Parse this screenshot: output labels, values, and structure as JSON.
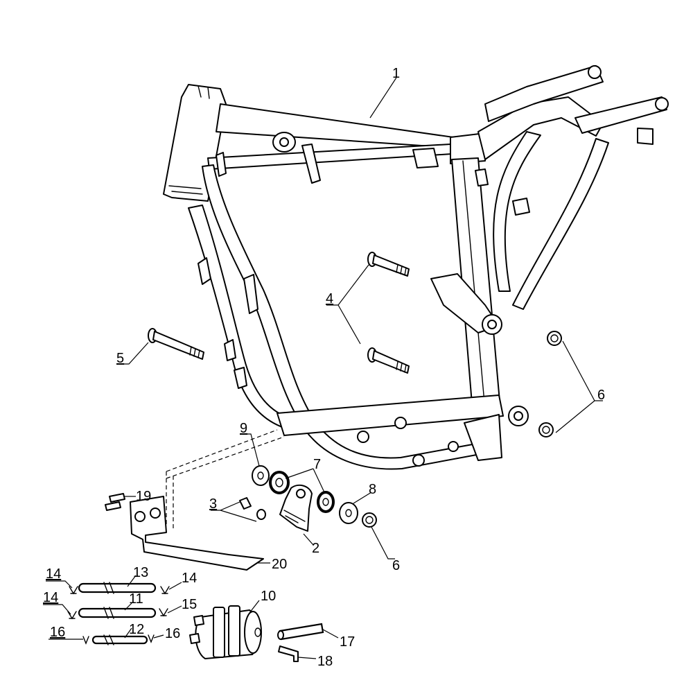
{
  "callouts": [
    {
      "id": "c1",
      "text": "1"
    },
    {
      "id": "c2",
      "text": "2"
    },
    {
      "id": "c3",
      "text": "3"
    },
    {
      "id": "c4",
      "text": "4"
    },
    {
      "id": "c5",
      "text": "5"
    },
    {
      "id": "c6a",
      "text": "6"
    },
    {
      "id": "c6b",
      "text": "6"
    },
    {
      "id": "c7",
      "text": "7"
    },
    {
      "id": "c8",
      "text": "8"
    },
    {
      "id": "c9",
      "text": "9"
    },
    {
      "id": "c10",
      "text": "10"
    },
    {
      "id": "c11",
      "text": "11"
    },
    {
      "id": "c12",
      "text": "12"
    },
    {
      "id": "c13",
      "text": "13"
    },
    {
      "id": "c14a",
      "text": "14"
    },
    {
      "id": "c14b",
      "text": "14"
    },
    {
      "id": "c14c",
      "text": "14"
    },
    {
      "id": "c15",
      "text": "15"
    },
    {
      "id": "c16a",
      "text": "16"
    },
    {
      "id": "c16b",
      "text": "16"
    },
    {
      "id": "c17",
      "text": "17"
    },
    {
      "id": "c18",
      "text": "18"
    },
    {
      "id": "c19",
      "text": "19"
    },
    {
      "id": "c20",
      "text": "20"
    }
  ]
}
